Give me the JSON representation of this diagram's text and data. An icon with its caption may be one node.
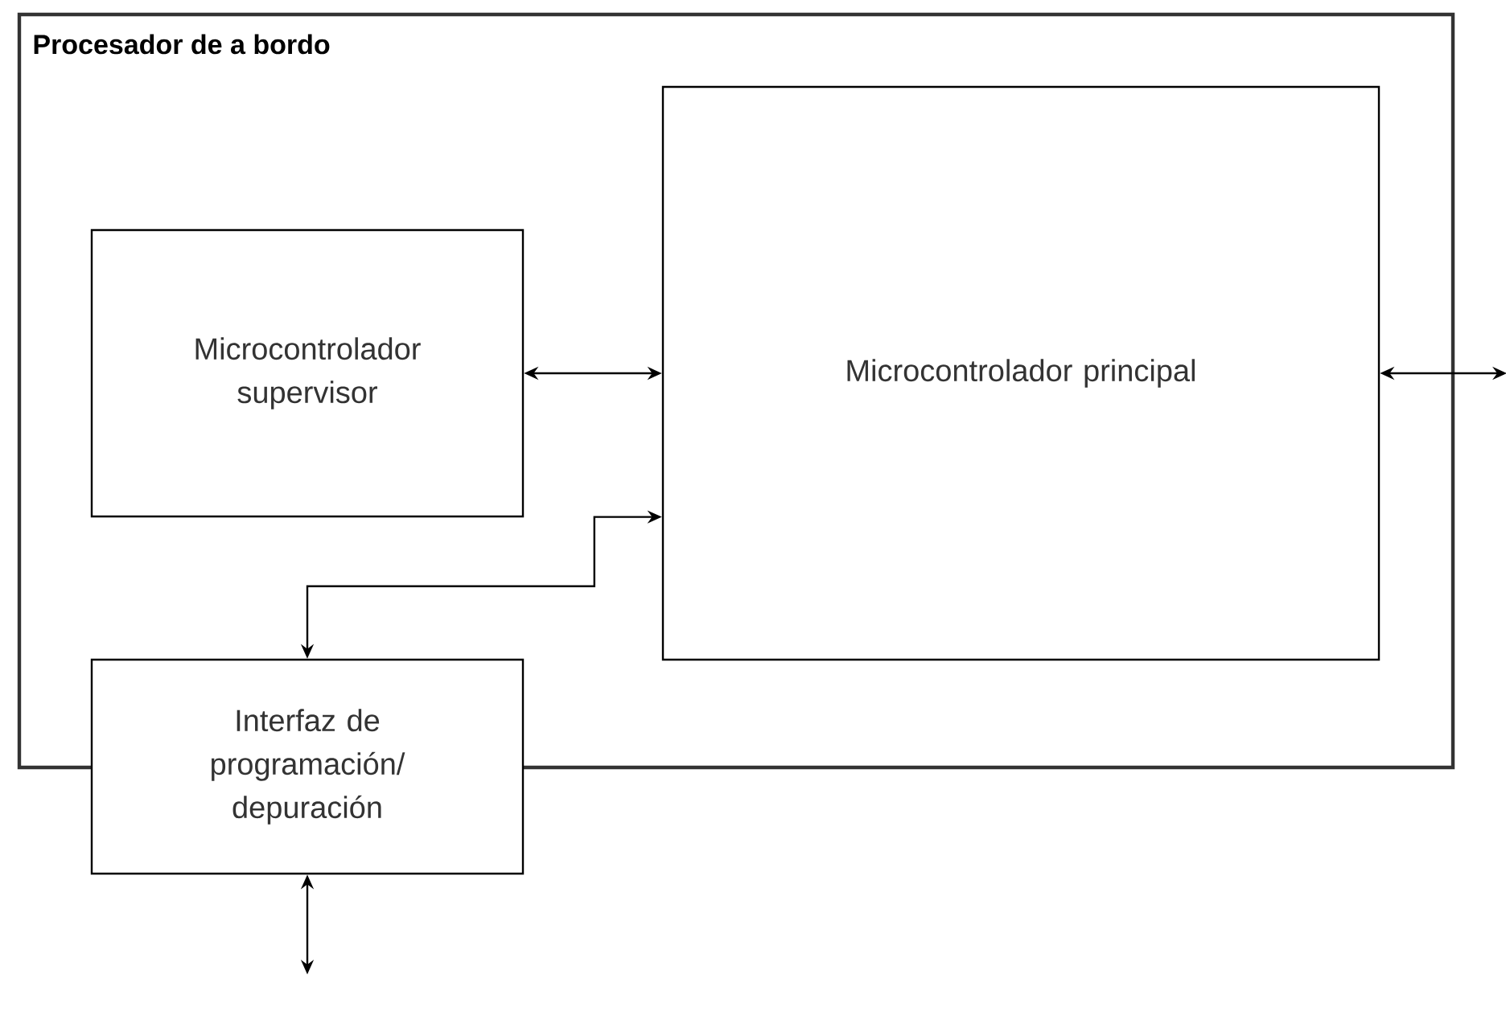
{
  "diagram": {
    "nodes": [
      {
        "text": [
          "Procesador de a bordo"
        ]
      },
      {
        "text": [
          "Microcontrolador supervisor"
        ],
        "in": 0
      },
      {
        "text": [
          "Microcontrolador principal"
        ],
        "in": 0
      },
      {
        "text": [
          "Interfaz de programación/ depuración"
        ]
      }
    ],
    "edges": [
      {
        "from": 1,
        "to": 2,
        "arrow": "both"
      },
      {
        "from": 3,
        "to": 2,
        "arrow": "both"
      },
      {
        "from": 2,
        "to": null,
        "arrow": "both"
      },
      {
        "from": 3,
        "to": null,
        "arrow": "both"
      }
    ]
  }
}
